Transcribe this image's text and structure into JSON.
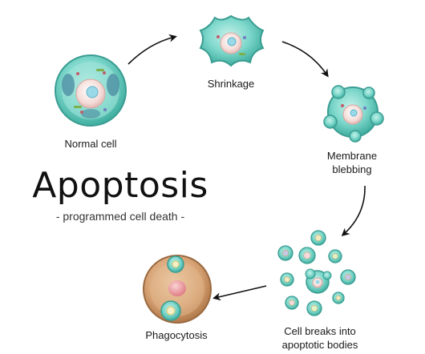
{
  "diagram": {
    "title": "Apoptosis",
    "subtitle": "- programmed cell death -",
    "stages": [
      {
        "id": "normal",
        "lines": [
          "Normal cell"
        ]
      },
      {
        "id": "shrinkage",
        "lines": [
          "Shrinkage"
        ]
      },
      {
        "id": "blebbing",
        "lines": [
          "Membrane",
          "blebbing"
        ]
      },
      {
        "id": "bodies",
        "lines": [
          "Cell breaks into",
          "apoptotic bodies"
        ]
      },
      {
        "id": "phagocytosis",
        "lines": [
          "Phagocytosis"
        ]
      }
    ]
  },
  "colors": {
    "cell_body": "#6fd0c4",
    "cell_edge": "#3a9d92",
    "cell_inner": "#a6e6dc",
    "nucleus": "#f3e0dd",
    "nucleolus": "#e68f94",
    "phagocyte_body": "#d7a77c",
    "phagocyte_edge": "#9b6a41",
    "arrow": "#111111"
  }
}
